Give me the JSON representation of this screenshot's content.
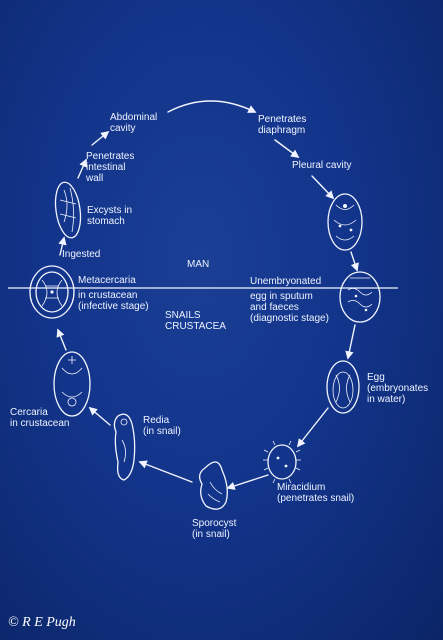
{
  "diagram": {
    "zones": {
      "upper": "MAN",
      "lower": [
        "SNAILS",
        "CRUSTACEA"
      ]
    },
    "stages": {
      "abdominal_cavity": [
        "Abdominal",
        "cavity"
      ],
      "penetrates_diaphragm": [
        "Penetrates",
        "diaphragm"
      ],
      "pleural_cavity": [
        "Pleural cavity"
      ],
      "penetrates_intestinal_wall": [
        "Penetrates",
        "intestinal",
        "wall"
      ],
      "excysts": [
        "Excysts in",
        "stomach"
      ],
      "ingested": [
        "Ingested"
      ],
      "metacercaria": [
        "Metacercaria",
        "in crustacean",
        "(infective stage)"
      ],
      "unembryonated_egg": [
        "Unembryonated",
        "egg in sputum",
        "and faeces",
        "(diagnostic stage)"
      ],
      "egg": [
        "Egg",
        "(embryonates",
        "in water)"
      ],
      "cercaria": [
        "Cercaria",
        "in crustacean"
      ],
      "redia": [
        "Redia",
        "(in snail)"
      ],
      "miracidium": [
        "Miracidium",
        "(penetrates snail)"
      ],
      "sporocyst": [
        "Sporocyst",
        "(in snail)"
      ]
    }
  },
  "credit": "© R E Pugh"
}
